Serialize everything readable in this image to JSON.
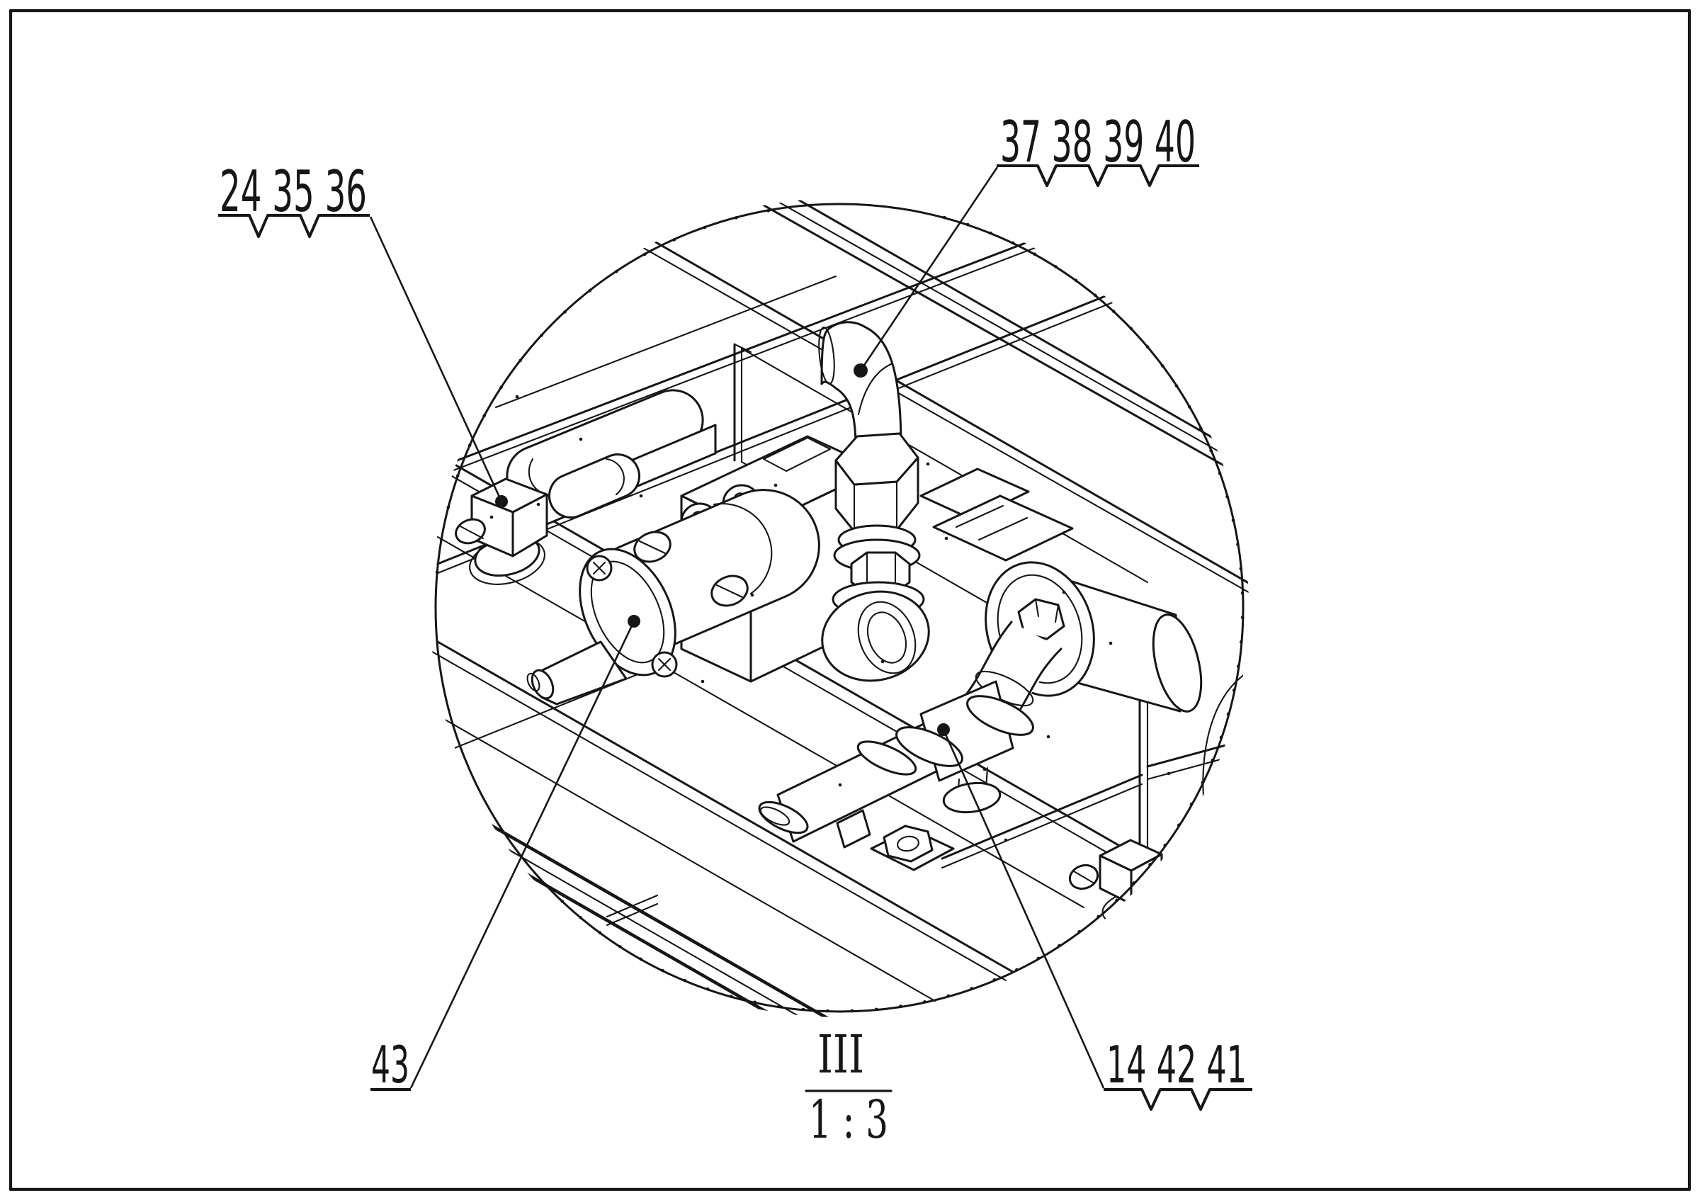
{
  "figure": {
    "kind": "patent-detail-view-drawing",
    "colors": {
      "ink": "#161616",
      "paper": "#ffffff"
    }
  },
  "callouts": {
    "c24_35_36": {
      "text": "24 35 36"
    },
    "c37_38_39_40": {
      "text": "37 38 39 40"
    },
    "c43": {
      "text": "43"
    },
    "c14_42_41": {
      "text": "14 42 41"
    }
  },
  "detail_view": {
    "designation": "III",
    "scale": "1 : 3"
  }
}
